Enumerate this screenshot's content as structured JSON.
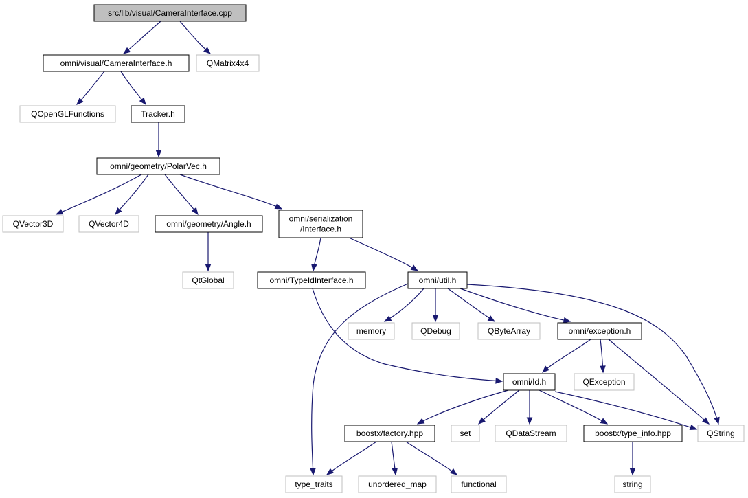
{
  "graph": {
    "nodes": [
      {
        "id": "root",
        "lines": [
          "src/lib/visual/CameraInterface.cpp"
        ],
        "kind": "root"
      },
      {
        "id": "camiface_h",
        "lines": [
          "omni/visual/CameraInterface.h"
        ],
        "kind": "local"
      },
      {
        "id": "qmatrix",
        "lines": [
          "QMatrix4x4"
        ],
        "kind": "external"
      },
      {
        "id": "qopengl",
        "lines": [
          "QOpenGLFunctions"
        ],
        "kind": "external"
      },
      {
        "id": "tracker",
        "lines": [
          "Tracker.h"
        ],
        "kind": "local"
      },
      {
        "id": "polarvec",
        "lines": [
          "omni/geometry/PolarVec.h"
        ],
        "kind": "local"
      },
      {
        "id": "qvector3d",
        "lines": [
          "QVector3D"
        ],
        "kind": "external"
      },
      {
        "id": "qvector4d",
        "lines": [
          "QVector4D"
        ],
        "kind": "external"
      },
      {
        "id": "angle",
        "lines": [
          "omni/geometry/Angle.h"
        ],
        "kind": "local"
      },
      {
        "id": "serial",
        "lines": [
          "omni/serialization",
          "/Interface.h"
        ],
        "kind": "local"
      },
      {
        "id": "qtglobal",
        "lines": [
          "QtGlobal"
        ],
        "kind": "external"
      },
      {
        "id": "typeid",
        "lines": [
          "omni/TypeIdInterface.h"
        ],
        "kind": "local"
      },
      {
        "id": "util",
        "lines": [
          "omni/util.h"
        ],
        "kind": "local"
      },
      {
        "id": "memory",
        "lines": [
          "memory"
        ],
        "kind": "external"
      },
      {
        "id": "qdebug",
        "lines": [
          "QDebug"
        ],
        "kind": "external"
      },
      {
        "id": "qbytearray",
        "lines": [
          "QByteArray"
        ],
        "kind": "external"
      },
      {
        "id": "exception",
        "lines": [
          "omni/exception.h"
        ],
        "kind": "local"
      },
      {
        "id": "qexception",
        "lines": [
          "QException"
        ],
        "kind": "external"
      },
      {
        "id": "id",
        "lines": [
          "omni/Id.h"
        ],
        "kind": "local"
      },
      {
        "id": "qstring",
        "lines": [
          "QString"
        ],
        "kind": "external"
      },
      {
        "id": "factory",
        "lines": [
          "boostx/factory.hpp"
        ],
        "kind": "local"
      },
      {
        "id": "set",
        "lines": [
          "set"
        ],
        "kind": "external"
      },
      {
        "id": "qdatastream",
        "lines": [
          "QDataStream"
        ],
        "kind": "external"
      },
      {
        "id": "typeinfo",
        "lines": [
          "boostx/type_info.hpp"
        ],
        "kind": "local"
      },
      {
        "id": "type_traits",
        "lines": [
          "type_traits"
        ],
        "kind": "external"
      },
      {
        "id": "unordered_map",
        "lines": [
          "unordered_map"
        ],
        "kind": "external"
      },
      {
        "id": "functional",
        "lines": [
          "functional"
        ],
        "kind": "external"
      },
      {
        "id": "string",
        "lines": [
          "string"
        ],
        "kind": "external"
      }
    ],
    "edges": [
      {
        "from": "root",
        "to": "camiface_h"
      },
      {
        "from": "root",
        "to": "qmatrix"
      },
      {
        "from": "camiface_h",
        "to": "qopengl"
      },
      {
        "from": "camiface_h",
        "to": "tracker"
      },
      {
        "from": "tracker",
        "to": "polarvec"
      },
      {
        "from": "polarvec",
        "to": "qvector3d"
      },
      {
        "from": "polarvec",
        "to": "qvector4d"
      },
      {
        "from": "polarvec",
        "to": "angle"
      },
      {
        "from": "polarvec",
        "to": "serial"
      },
      {
        "from": "angle",
        "to": "qtglobal"
      },
      {
        "from": "serial",
        "to": "typeid"
      },
      {
        "from": "serial",
        "to": "util"
      },
      {
        "from": "typeid",
        "to": "id"
      },
      {
        "from": "util",
        "to": "type_traits"
      },
      {
        "from": "util",
        "to": "memory"
      },
      {
        "from": "util",
        "to": "qdebug"
      },
      {
        "from": "util",
        "to": "qbytearray"
      },
      {
        "from": "util",
        "to": "exception"
      },
      {
        "from": "util",
        "to": "qstring"
      },
      {
        "from": "exception",
        "to": "id"
      },
      {
        "from": "exception",
        "to": "qexception"
      },
      {
        "from": "exception",
        "to": "qstring"
      },
      {
        "from": "id",
        "to": "factory"
      },
      {
        "from": "id",
        "to": "set"
      },
      {
        "from": "id",
        "to": "qdatastream"
      },
      {
        "from": "id",
        "to": "typeinfo"
      },
      {
        "from": "id",
        "to": "qstring"
      },
      {
        "from": "factory",
        "to": "type_traits"
      },
      {
        "from": "factory",
        "to": "unordered_map"
      },
      {
        "from": "factory",
        "to": "functional"
      },
      {
        "from": "typeinfo",
        "to": "string"
      }
    ]
  }
}
